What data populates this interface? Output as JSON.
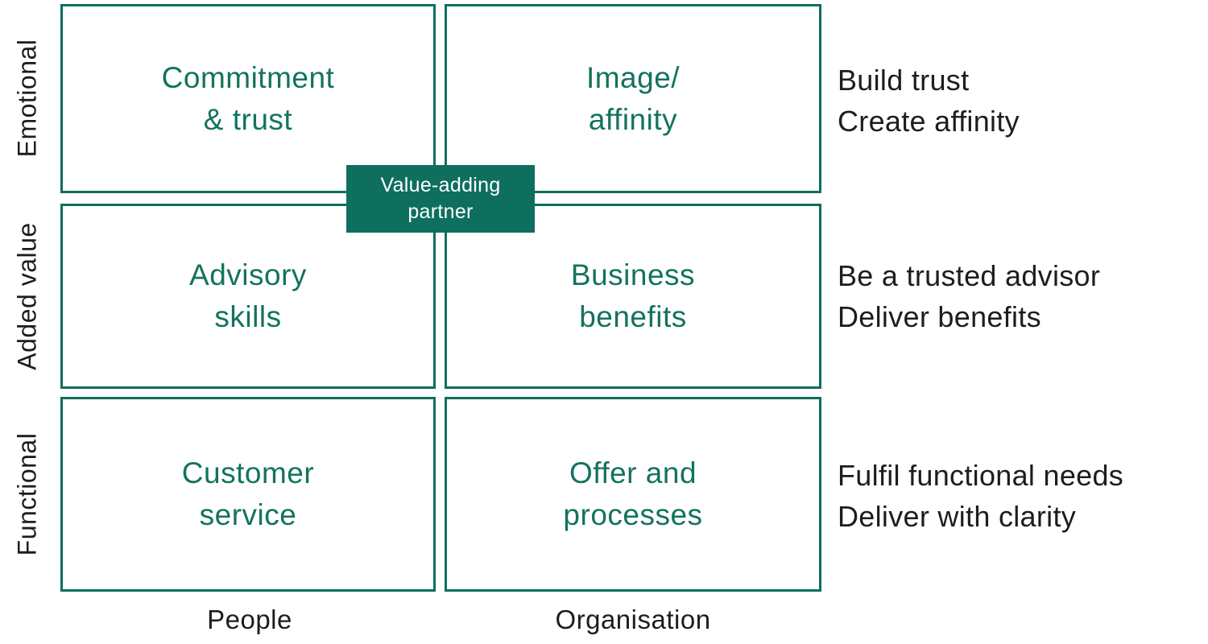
{
  "colors": {
    "brand_green": "#0e6f5e",
    "cell_text_green": "#13735e",
    "body_text": "#1d1d1b",
    "badge_text": "#ffffff"
  },
  "matrix": {
    "row_labels": [
      {
        "label": "Emotional"
      },
      {
        "label": "Added value"
      },
      {
        "label": "Functional"
      }
    ],
    "column_labels": [
      {
        "label": "People"
      },
      {
        "label": "Organisation"
      }
    ],
    "cells": [
      {
        "row": "Emotional",
        "column": "People",
        "lines": [
          "Commitment",
          "& trust"
        ]
      },
      {
        "row": "Emotional",
        "column": "Organisation",
        "lines": [
          "Image/",
          "affinity"
        ]
      },
      {
        "row": "Added value",
        "column": "People",
        "lines": [
          "Advisory",
          "skills"
        ]
      },
      {
        "row": "Added value",
        "column": "Organisation",
        "lines": [
          "Business",
          "benefits"
        ]
      },
      {
        "row": "Functional",
        "column": "People",
        "lines": [
          "Customer",
          "service"
        ]
      },
      {
        "row": "Functional",
        "column": "Organisation",
        "lines": [
          "Offer and",
          "processes"
        ]
      }
    ],
    "center_badge": {
      "lines": [
        "Value-adding",
        "partner"
      ]
    },
    "annotations": [
      {
        "row": "Emotional",
        "lines": [
          "Build trust",
          "Create affinity"
        ]
      },
      {
        "row": "Added value",
        "lines": [
          "Be a trusted advisor",
          "Deliver benefits"
        ]
      },
      {
        "row": "Functional",
        "lines": [
          "Fulfil functional needs",
          "Deliver with clarity"
        ]
      }
    ]
  }
}
